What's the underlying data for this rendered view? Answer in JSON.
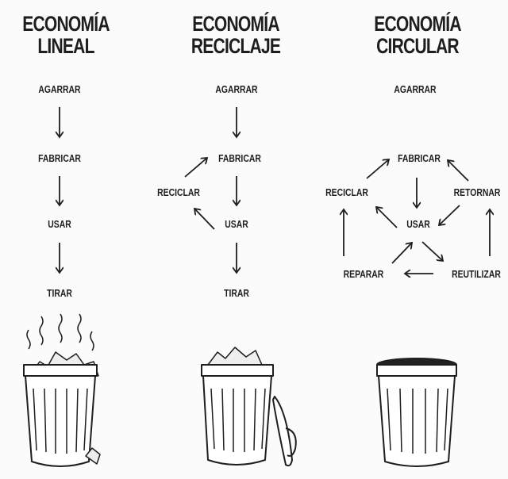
{
  "columns": [
    {
      "id": "lineal",
      "title_line1": "ECONOMÍA",
      "title_line2": "LINEAL",
      "nodes": [
        "AGARRAR",
        "FABRICAR",
        "USAR",
        "TIRAR"
      ],
      "bin": "overflowing-smelly-trash-can"
    },
    {
      "id": "reciclaje",
      "title_line1": "ECONOMÍA",
      "title_line2": "RECICLAJE",
      "nodes": [
        "AGARRAR",
        "FABRICAR",
        "USAR",
        "TIRAR",
        "RECICLAR"
      ],
      "bin": "full-trash-can-lid-open"
    },
    {
      "id": "circular",
      "title_line1": "ECONOMÍA",
      "title_line2": "CIRCULAR",
      "nodes": [
        "AGARRAR",
        "FABRICAR",
        "USAR",
        "RECICLAR",
        "RETORNAR",
        "REPARAR",
        "REUTILIZAR"
      ],
      "bin": "empty-trash-can"
    }
  ]
}
